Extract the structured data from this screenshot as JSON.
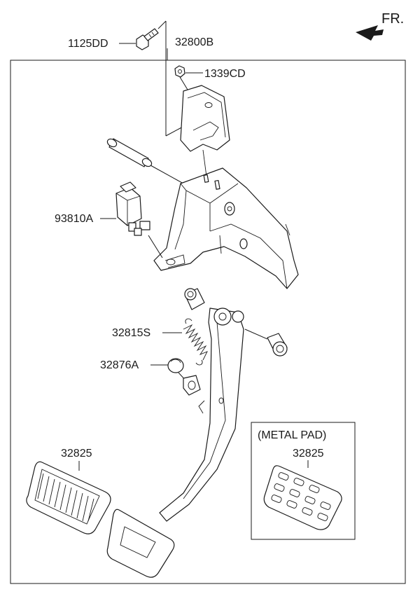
{
  "direction": {
    "label": "FR.",
    "icon": "front-arrow-icon"
  },
  "parts": {
    "bolt": "1125DD",
    "assembly": "32800B",
    "nut": "1339CD",
    "stop_lamp_switch": "93810A",
    "return_spring": "32815S",
    "stopper": "32876A",
    "pedal_pad": "32825"
  },
  "metal_pad_box": {
    "title": "(METAL PAD)",
    "part": "32825"
  }
}
